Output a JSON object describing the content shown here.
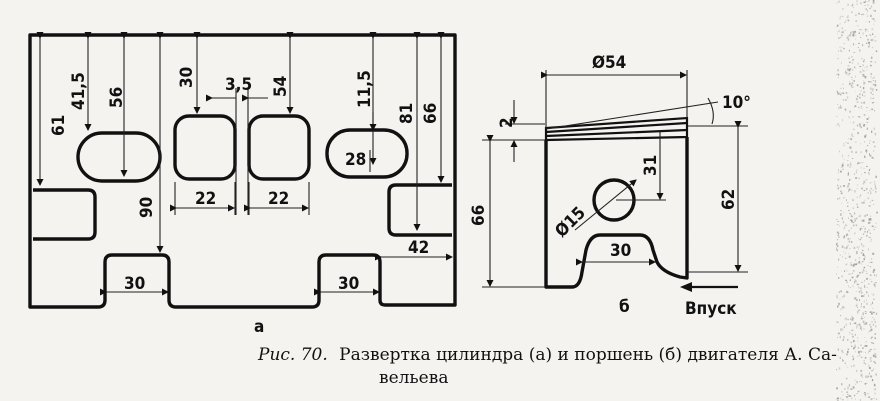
{
  "labels": {
    "d61": "61",
    "d41_5": "41,5",
    "d56": "56",
    "d30a": "30",
    "d3_5": "3,5",
    "d54": "54",
    "d11_5": "11,5",
    "d81": "81",
    "d66a": "66",
    "d28": "28",
    "d22a": "22",
    "d22b": "22",
    "d90": "90",
    "d42": "42",
    "d30b": "30",
    "d30c": "30",
    "sub_a": "а",
    "p_diam54": "Ø54",
    "p_10deg": "10°",
    "p_2": "2",
    "p_31": "31",
    "p_66": "66",
    "p_62": "62",
    "p_diam15": "Ø15",
    "p_30": "30",
    "sub_b": "б",
    "intake": "Впуск"
  },
  "caption": {
    "prefix": "Рис. 70.",
    "line1": "Развертка цилиндра (а) и поршень (б) двигателя А. Са-",
    "line2": "вельева"
  }
}
